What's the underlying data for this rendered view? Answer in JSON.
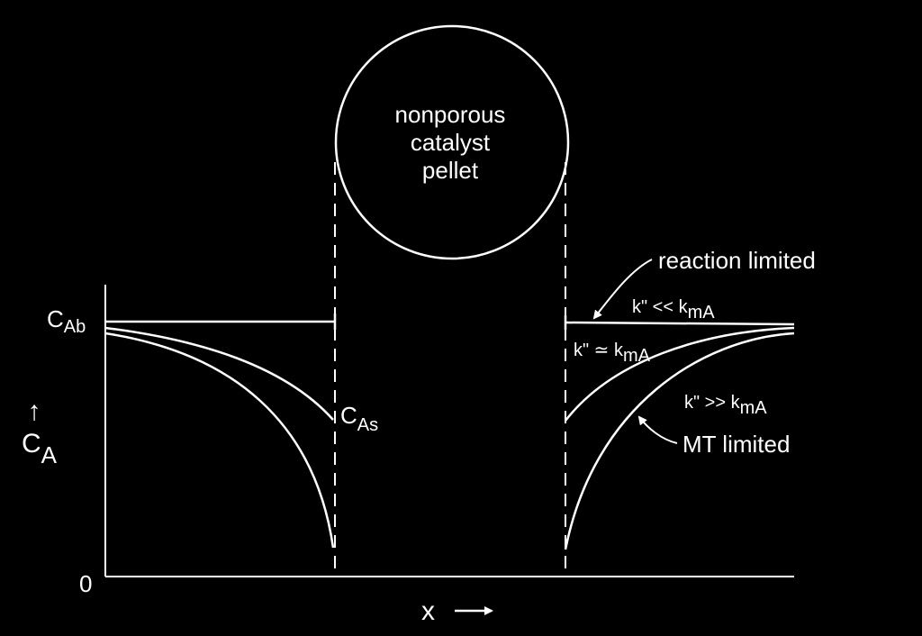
{
  "pellet": {
    "line1": "nonporous",
    "line2": "catalyst",
    "line3": "pellet"
  },
  "axis": {
    "y_label_main": "C",
    "y_label_sub": "A",
    "y_arrow": "↑",
    "origin": "0",
    "x_label": "x",
    "x_arrow": "→",
    "cab_main": "C",
    "cab_sub": "Ab",
    "cas_main": "C",
    "cas_sub": "As"
  },
  "annotations": {
    "reaction_limited": "reaction limited",
    "mt_limited": "MT limited",
    "k_ll_main": "k\" << k",
    "k_ll_sub": "mA",
    "k_eq_main": "k\" ≃ k",
    "k_eq_sub": "mA",
    "k_gg_main": "k\" >> k",
    "k_gg_sub": "mA"
  },
  "colors": {
    "background": "#000000",
    "stroke": "#ffffff"
  }
}
